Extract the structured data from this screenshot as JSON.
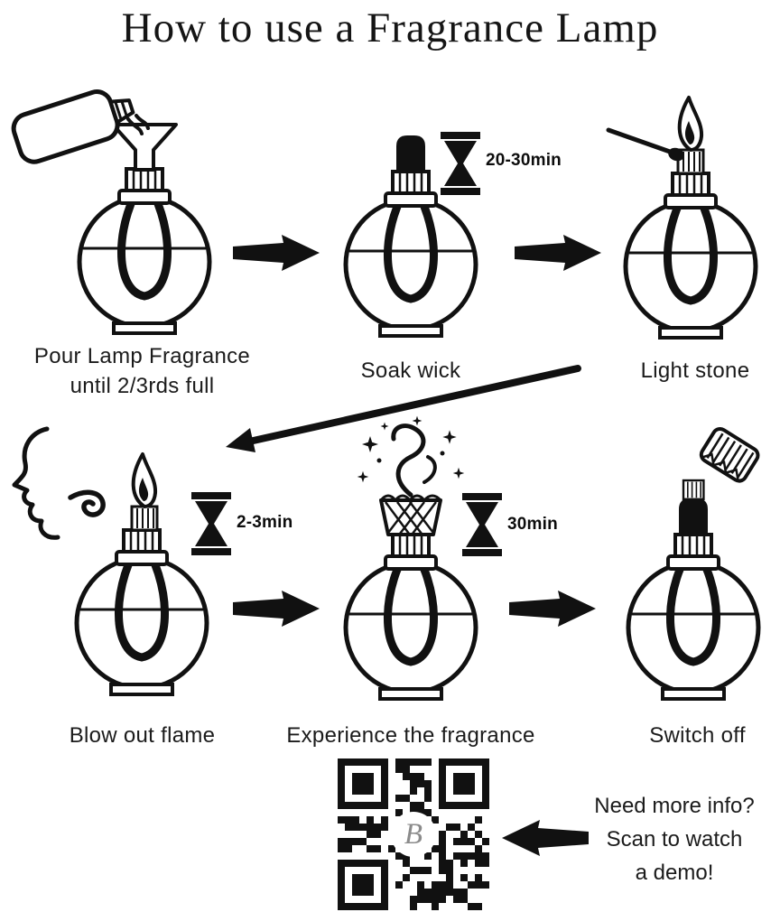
{
  "title": "How to use a Fragrance Lamp",
  "colors": {
    "ink": "#111111",
    "background": "#ffffff"
  },
  "steps": [
    {
      "id": "pour",
      "label_line1": "Pour Lamp Fragrance",
      "label_line2": "until 2/3rds full"
    },
    {
      "id": "soak",
      "label": "Soak wick",
      "time": "20-30min"
    },
    {
      "id": "light",
      "label": "Light stone"
    },
    {
      "id": "blow",
      "label": "Blow out flame",
      "time": "2-3min"
    },
    {
      "id": "experience",
      "label": "Experience the fragrance",
      "time": "30min"
    },
    {
      "id": "switch",
      "label": "Switch off"
    }
  ],
  "footer": {
    "line1": "Need more info?",
    "line2": "Scan to watch",
    "line3": "a demo!",
    "qr_logo": "B"
  }
}
